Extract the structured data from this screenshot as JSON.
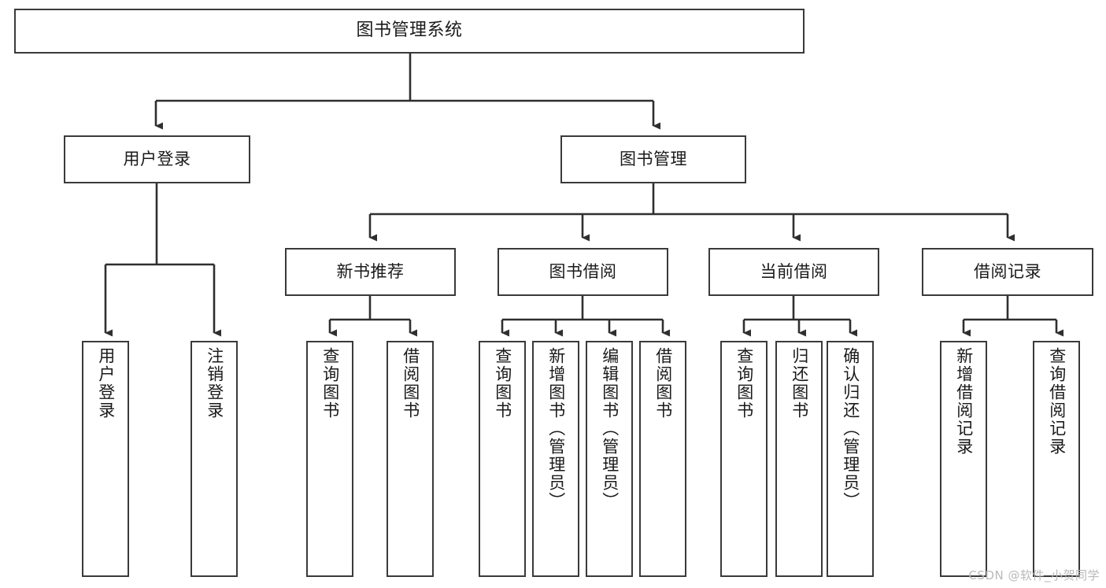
{
  "diagram": {
    "title": "图书管理系统",
    "type": "hierarchy-tree",
    "watermark": "CSDN @软件_小贺同学",
    "colors": {
      "box_border": "#3a3a3a",
      "box_fill": "#ffffff",
      "connector": "#2f2f2f",
      "text": "#1a1a1a",
      "watermark": "#b9b9b9"
    },
    "nodes": {
      "root": {
        "label": "图书管理系统"
      },
      "level1": [
        {
          "label": "用户登录"
        },
        {
          "label": "图书管理"
        }
      ],
      "level2": [
        {
          "label": "新书推荐"
        },
        {
          "label": "图书借阅"
        },
        {
          "label": "当前借阅"
        },
        {
          "label": "借阅记录"
        }
      ],
      "leaves": {
        "user_login": [
          {
            "label": "用户登录"
          },
          {
            "label": "注销登录"
          }
        ],
        "new_book_recommend": [
          {
            "label": "查询图书"
          },
          {
            "label": "借阅图书"
          }
        ],
        "book_borrow": [
          {
            "label": "查询图书"
          },
          {
            "label": "新增图书（管理员）"
          },
          {
            "label": "编辑图书（管理员）"
          },
          {
            "label": "借阅图书"
          }
        ],
        "current_borrow": [
          {
            "label": "查询图书"
          },
          {
            "label": "归还图书"
          },
          {
            "label": "确认归还（管理员）"
          }
        ],
        "borrow_record": [
          {
            "label": "新增借阅记录"
          },
          {
            "label": "查询借阅记录"
          }
        ]
      }
    }
  }
}
